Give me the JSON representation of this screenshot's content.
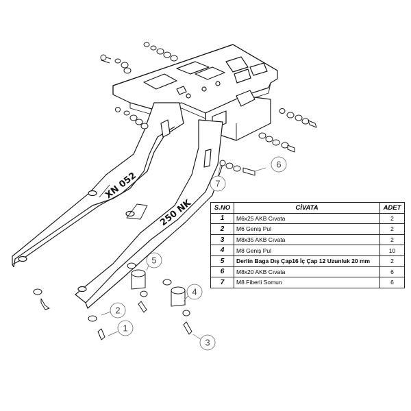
{
  "stamp_text_1": "XN 052",
  "stamp_text_2": "250 NK",
  "callouts": [
    "1",
    "2",
    "3",
    "4",
    "5",
    "6",
    "7"
  ],
  "table": {
    "headers": [
      "S.NO",
      "CİVATA",
      "ADET"
    ],
    "rows": [
      {
        "no": "1",
        "desc": "M6x25 AKB Cıvata",
        "qty": "2"
      },
      {
        "no": "2",
        "desc": "M6 Geniş Pul",
        "qty": "2"
      },
      {
        "no": "3",
        "desc": "M8x35 AKB Cıvata",
        "qty": "2"
      },
      {
        "no": "4",
        "desc": "M8 Geniş Pul",
        "qty": "10"
      },
      {
        "no": "5",
        "desc": "Derlin Baga Dış Çap16 İç Çap 12 Uzunluk 20 mm",
        "qty": "2"
      },
      {
        "no": "6",
        "desc": "M8x20 AKB Cıvata",
        "qty": "6"
      },
      {
        "no": "7",
        "desc": "M8 Fiberli Somun",
        "qty": "6"
      }
    ]
  }
}
